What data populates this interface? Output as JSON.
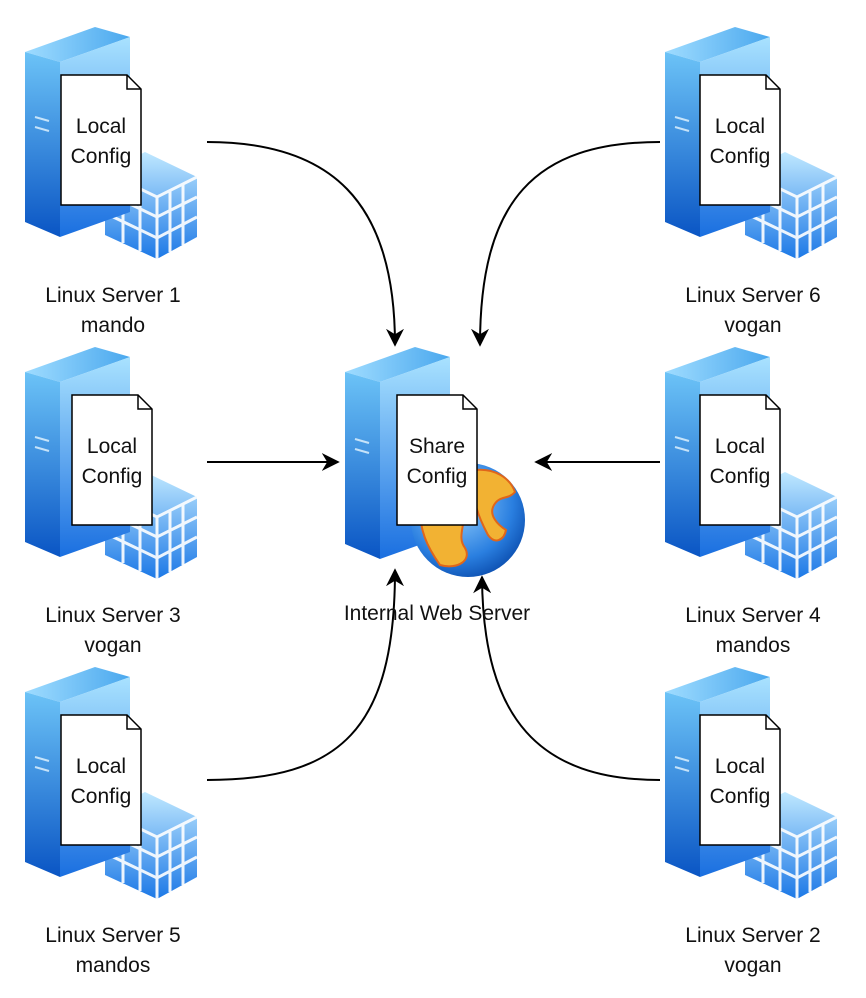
{
  "diagram": {
    "center": {
      "doc_line1": "Share",
      "doc_line2": "Config",
      "label": "Internal Web Server"
    },
    "servers": [
      {
        "id": "s1",
        "doc_line1": "Local",
        "doc_line2": "Config",
        "name": "Linux Server 1",
        "group": "mando"
      },
      {
        "id": "s6",
        "doc_line1": "Local",
        "doc_line2": "Config",
        "name": "Linux Server 6",
        "group": "vogan"
      },
      {
        "id": "s3",
        "doc_line1": "Local",
        "doc_line2": "Config",
        "name": "Linux Server 3",
        "group": "vogan"
      },
      {
        "id": "s4",
        "doc_line1": "Local",
        "doc_line2": "Config",
        "name": "Linux Server 4",
        "group": "mandos"
      },
      {
        "id": "s5",
        "doc_line1": "Local",
        "doc_line2": "Config",
        "name": "Linux Server 5",
        "group": "mandos"
      },
      {
        "id": "s2",
        "doc_line1": "Local",
        "doc_line2": "Config",
        "name": "Linux Server 2",
        "group": "vogan"
      }
    ],
    "colors": {
      "server_light": "#8fd3ff",
      "server_dark": "#1a6fe0",
      "arrow": "#000000"
    }
  }
}
